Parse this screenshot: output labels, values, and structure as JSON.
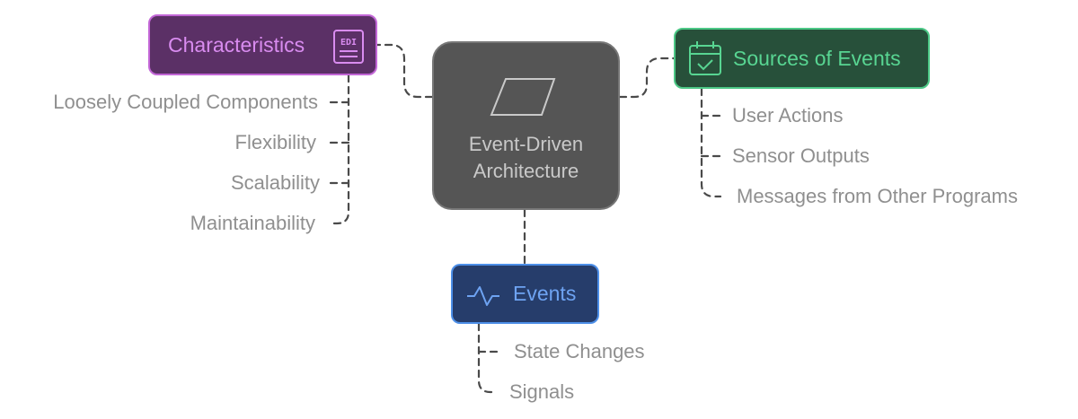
{
  "center": {
    "line1": "Event-Driven",
    "line2": "Architecture",
    "icon": "parallelogram-icon"
  },
  "characteristics": {
    "title": "Characteristics",
    "icon": "edi-document-icon",
    "icon_text": "EDI",
    "items": [
      "Loosely Coupled Components",
      "Flexibility",
      "Scalability",
      "Maintainability"
    ]
  },
  "sources": {
    "title": "Sources of Events",
    "icon": "calendar-check-icon",
    "items": [
      "User Actions",
      "Sensor Outputs",
      "Messages from Other Programs"
    ]
  },
  "events": {
    "title": "Events",
    "icon": "pulse-icon",
    "items": [
      "State Changes",
      "Signals"
    ]
  },
  "colors": {
    "center_fill": "#555555",
    "characteristics_fill": "#5b3066",
    "characteristics_accent": "#c266d6",
    "sources_fill": "#27503a",
    "sources_accent": "#4cc886",
    "events_fill": "#263d6b",
    "events_accent": "#4d8fe8",
    "connector": "#4a4a4a",
    "item_text": "#8f8f8f"
  }
}
